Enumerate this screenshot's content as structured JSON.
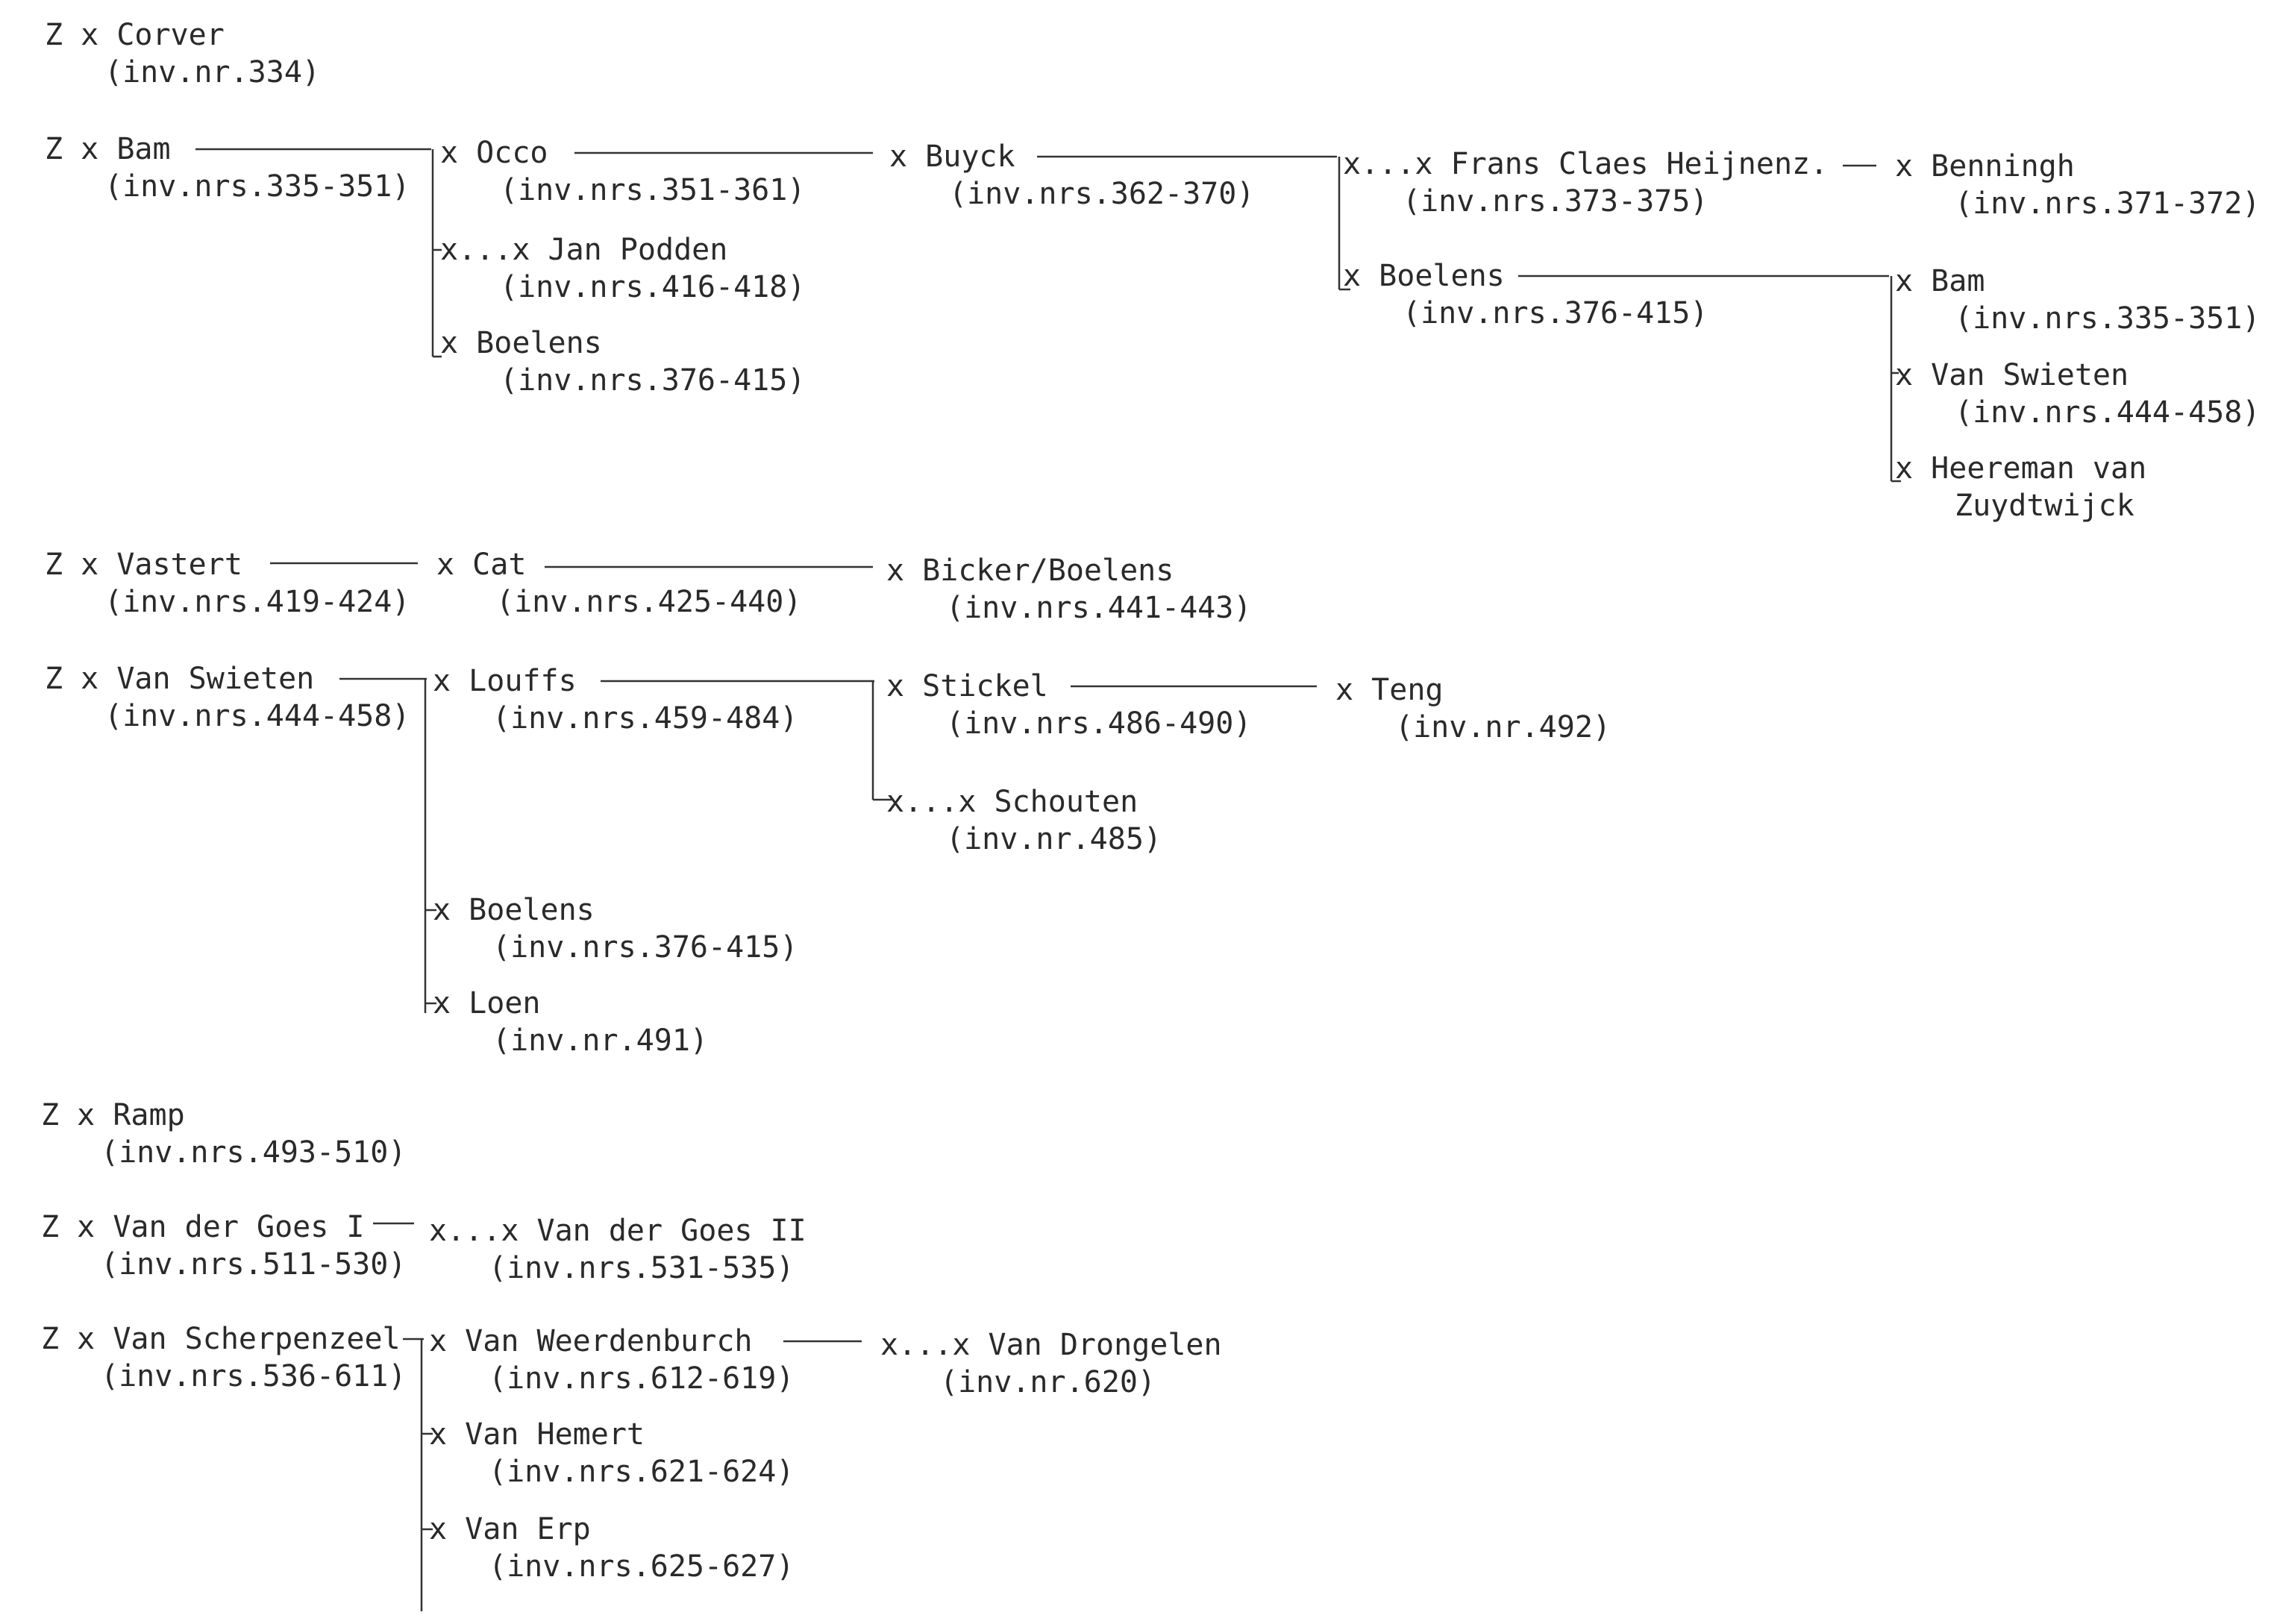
{
  "tree": {
    "line_color": "#333333",
    "text_color": "#2a2a2a",
    "nodes": [
      {
        "id": "corver",
        "name": "Z x Corver",
        "inv": "(inv.nr.334)"
      },
      {
        "id": "bam",
        "name": "Z x Bam",
        "inv": "(inv.nrs.335-351)"
      },
      {
        "id": "occo",
        "name": "x Occo",
        "inv": "(inv.nrs.351-361)"
      },
      {
        "id": "buyck",
        "name": "x Buyck",
        "inv": "(inv.nrs.362-370)"
      },
      {
        "id": "frans",
        "name": "x...x Frans Claes Heijnenz.",
        "inv": "(inv.nrs.373-375)"
      },
      {
        "id": "benningh",
        "name": "x Benningh",
        "inv": "(inv.nrs.371-372)"
      },
      {
        "id": "jan-podden",
        "name": "x...x Jan Podden",
        "inv": "(inv.nrs.416-418)"
      },
      {
        "id": "boelens-1",
        "name": "x Boelens",
        "inv": "(inv.nrs.376-415)"
      },
      {
        "id": "boelens-2",
        "name": "x Boelens",
        "inv": "(inv.nrs.376-415)"
      },
      {
        "id": "bam-2",
        "name": "x Bam",
        "inv": "(inv.nrs.335-351)"
      },
      {
        "id": "van-swieten-2",
        "name": "x Van Swieten",
        "inv": "(inv.nrs.444-458)"
      },
      {
        "id": "heereman",
        "name": "x Heereman van",
        "inv": "Zuydtwijck"
      },
      {
        "id": "vastert",
        "name": "Z x Vastert",
        "inv": "(inv.nrs.419-424)"
      },
      {
        "id": "cat",
        "name": "x Cat",
        "inv": "(inv.nrs.425-440)"
      },
      {
        "id": "bicker",
        "name": "x Bicker/Boelens",
        "inv": "(inv.nrs.441-443)"
      },
      {
        "id": "van-swieten",
        "name": "Z x Van Swieten",
        "inv": "(inv.nrs.444-458)"
      },
      {
        "id": "louffs",
        "name": "x Louffs",
        "inv": "(inv.nrs.459-484)"
      },
      {
        "id": "stickel",
        "name": "x Stickel",
        "inv": "(inv.nrs.486-490)"
      },
      {
        "id": "teng",
        "name": "x Teng",
        "inv": "(inv.nr.492)"
      },
      {
        "id": "schouten",
        "name": "x...x Schouten",
        "inv": "(inv.nr.485)"
      },
      {
        "id": "boelens-3",
        "name": "x Boelens",
        "inv": "(inv.nrs.376-415)"
      },
      {
        "id": "loen",
        "name": "x Loen",
        "inv": "(inv.nr.491)"
      },
      {
        "id": "ramp",
        "name": "Z x Ramp",
        "inv": "(inv.nrs.493-510)"
      },
      {
        "id": "goes-1",
        "name": "Z x Van der Goes I",
        "inv": "(inv.nrs.511-530)"
      },
      {
        "id": "goes-2",
        "name": "x...x Van der Goes II",
        "inv": "(inv.nrs.531-535)"
      },
      {
        "id": "scherpenzeel",
        "name": "Z x Van Scherpenzeel",
        "inv": "(inv.nrs.536-611)"
      },
      {
        "id": "weerdenburch",
        "name": "x Van Weerdenburch",
        "inv": "(inv.nrs.612-619)"
      },
      {
        "id": "drongelen",
        "name": "x...x Van Drongelen",
        "inv": "(inv.nr.620)"
      },
      {
        "id": "hemert",
        "name": "x Van Hemert",
        "inv": "(inv.nrs.621-624)"
      },
      {
        "id": "erp",
        "name": "x Van Erp",
        "inv": "(inv.nrs.625-627)"
      }
    ]
  }
}
